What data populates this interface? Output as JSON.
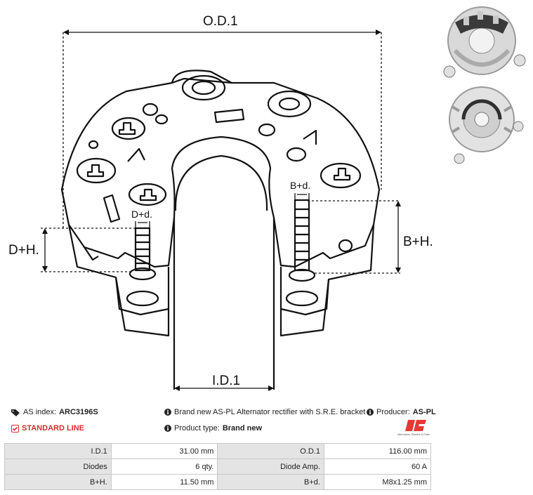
{
  "drawing": {
    "od_label": "O.D.1",
    "id_label": "I.D.1",
    "dh_label": "D+H.",
    "bh_label": "B+H.",
    "dd_label": "D+d.",
    "bd_label": "B+d."
  },
  "info": {
    "index_prefix": "AS index:",
    "index_value": "ARC3196S",
    "line_label": "STANDARD LINE",
    "description": "Brand new AS-PL Alternator rectifier with S.R.E. bracket",
    "producer_prefix": "Producer:",
    "producer_value": "AS-PL",
    "type_prefix": "Product type:",
    "type_value": "Brand new"
  },
  "logo": {
    "mark": "AS",
    "tagline": "Alternators, Starters & Parts",
    "color": "#e53935"
  },
  "specs": [
    {
      "k1": "I.D.1",
      "v1": "31.00 mm",
      "k2": "O.D.1",
      "v2": "116.00 mm"
    },
    {
      "k1": "Diodes",
      "v1": "6 qty.",
      "k2": "Diode Amp.",
      "v2": "60 A"
    },
    {
      "k1": "B+H.",
      "v1": "11.50 mm",
      "k2": "B+d.",
      "v2": "M8x1.25 mm"
    }
  ],
  "icons": [
    "tag-icon",
    "check-square-icon",
    "info-icon"
  ]
}
